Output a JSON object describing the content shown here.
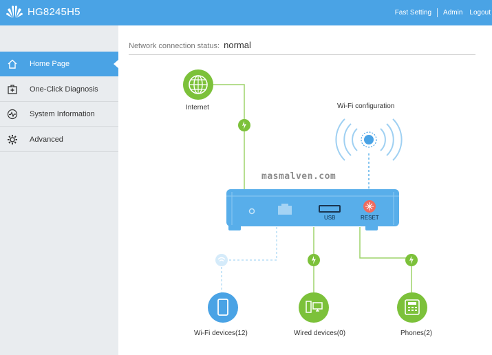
{
  "header": {
    "model": "HG8245H5",
    "logo_icon": "huawei-logo-icon",
    "links": {
      "fast_setting": "Fast Setting",
      "admin": "Admin",
      "logout": "Logout"
    }
  },
  "sidebar": {
    "items": [
      {
        "label": "Home Page",
        "icon": "home-icon",
        "active": true
      },
      {
        "label": "One-Click Diagnosis",
        "icon": "first-aid-kit-icon",
        "active": false
      },
      {
        "label": "System Information",
        "icon": "heartbeat-icon",
        "active": false
      },
      {
        "label": "Advanced",
        "icon": "gear-icon",
        "active": false
      }
    ]
  },
  "main": {
    "status_label": "Network connection status:",
    "status_value": "normal",
    "internet_label": "Internet",
    "wifi_config_label": "Wi-Fi configuration",
    "usb_label": "USB",
    "reset_label": "RESET",
    "wifi_devices_label": "Wi-Fi devices(12)",
    "wired_devices_label": "Wired devices(0)",
    "phones_label": "Phones(2)",
    "watermark": "masmalven.com"
  },
  "colors": {
    "accent_blue": "#4aa3e5",
    "green": "#7cc13a",
    "router_blue": "#58aeea",
    "reset_red": "#f06b5f"
  }
}
